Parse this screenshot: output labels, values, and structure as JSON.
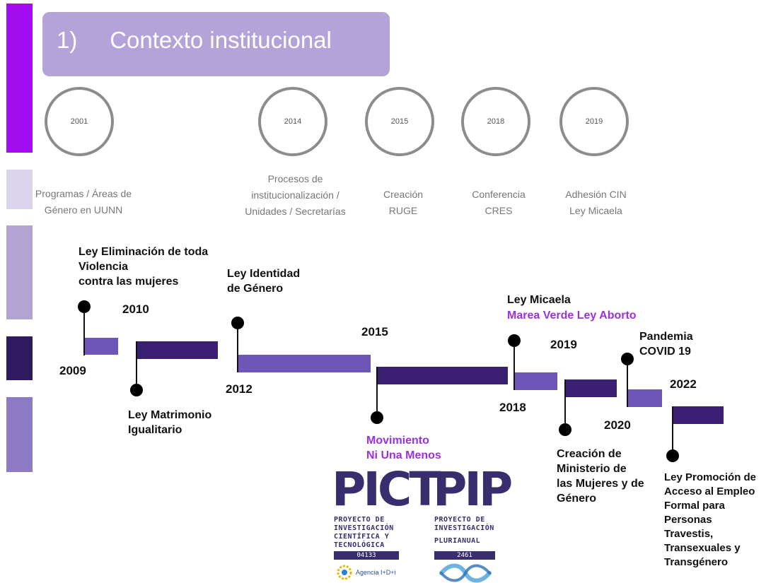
{
  "slide": {
    "title_number": "1)",
    "title": "Contexto institucional"
  },
  "milestones": [
    {
      "year": "2001",
      "label_lines": [
        "Programas / Áreas de",
        "Género en UUNN"
      ]
    },
    {
      "year": "2014",
      "label_lines": [
        "Procesos de",
        "institucionalización /",
        "Unidades / Secretarías"
      ]
    },
    {
      "year": "2015",
      "label_lines": [
        "Creación",
        "RUGE"
      ]
    },
    {
      "year": "2018",
      "label_lines": [
        "Conferencia",
        "CRES"
      ]
    },
    {
      "year": "2019",
      "label_lines": [
        "Adhesión CIN",
        "Ley Micaela"
      ]
    }
  ],
  "timeline": {
    "years": [
      "2009",
      "2010",
      "2012",
      "2015",
      "2018",
      "2019",
      "2020",
      "2022"
    ],
    "events": [
      {
        "id": "ley-violencia",
        "lines": [
          "Ley Eliminación de toda",
          "Violencia",
          "contra las mujeres"
        ]
      },
      {
        "id": "ley-matrimonio",
        "lines": [
          "Ley Matrimonio",
          "Igualitario"
        ]
      },
      {
        "id": "ley-identidad",
        "lines": [
          "Ley Identidad",
          "de Género"
        ]
      },
      {
        "id": "ni-una-menos",
        "lines": [
          "Movimiento",
          "Ni Una Menos"
        ],
        "highlight": true
      },
      {
        "id": "ley-micaela",
        "lines": [
          "Ley Micaela"
        ]
      },
      {
        "id": "marea-verde",
        "lines": [
          "Marea Verde Ley Aborto"
        ],
        "highlight": true
      },
      {
        "id": "ministerio",
        "lines": [
          "Creación de",
          "Ministerio de",
          "las Mujeres y de",
          "Género"
        ]
      },
      {
        "id": "pandemia",
        "lines": [
          "Pandemia",
          "COVID 19"
        ]
      },
      {
        "id": "ley-empleo",
        "lines": [
          "Ley Promoción de",
          "Acceso al Empleo",
          "Formal para",
          "Personas",
          "Travestis,",
          "Transexuales y",
          "Transgénero"
        ]
      }
    ]
  },
  "logos": {
    "pict": {
      "mark": "PICT",
      "lines": [
        "PROYECTO DE",
        "INVESTIGACIÓN",
        "CIENTÍFICA Y",
        "TECNOLÓGICA"
      ],
      "code": "04133",
      "agency": "Agencia I+D+i"
    },
    "pip": {
      "mark": "PIP",
      "lines": [
        "PROYECTO DE",
        "INVESTIGACIÓN",
        "PLURIANUAL"
      ],
      "code": "2461"
    }
  },
  "colors": {
    "title_box": "#b3a3d8",
    "bar_light": "#6e55b8",
    "bar_dark": "#3a1f73",
    "highlight_text": "#9b30e0",
    "circle_border": "#8c8c8c"
  }
}
